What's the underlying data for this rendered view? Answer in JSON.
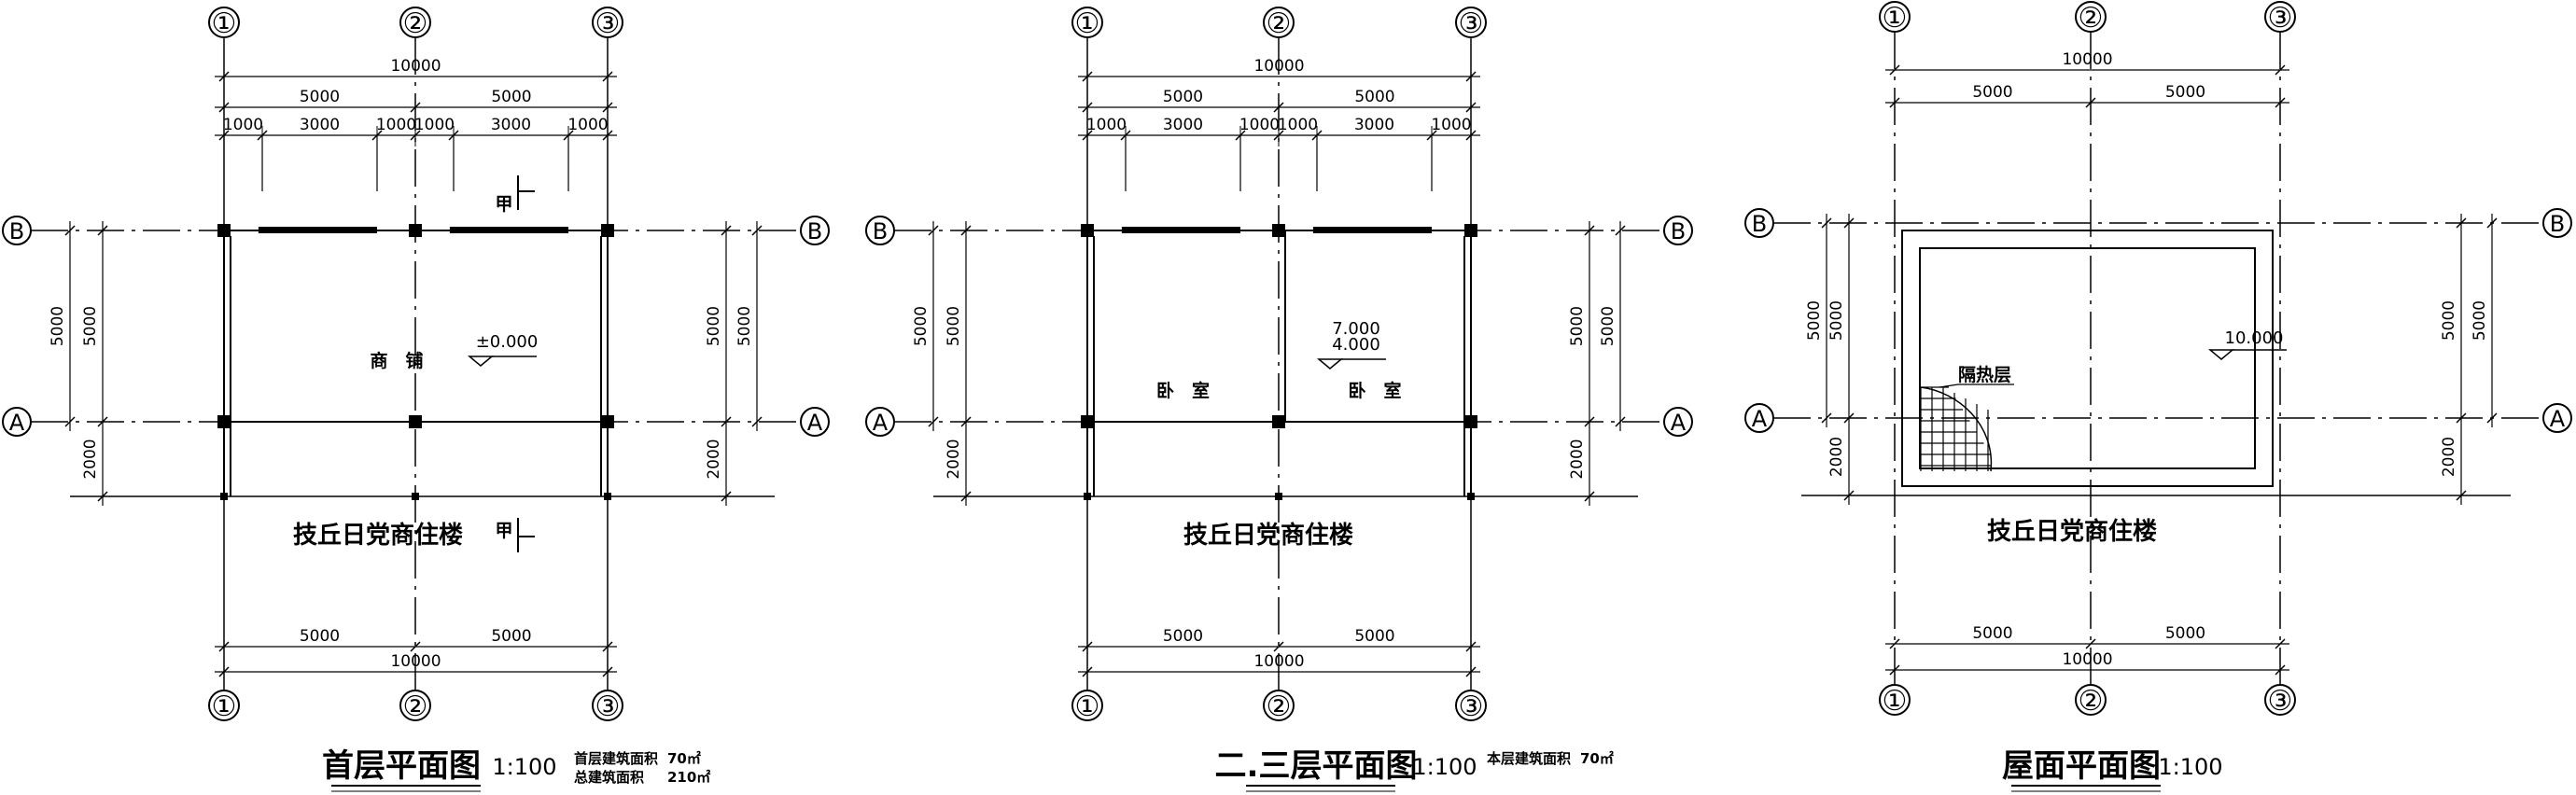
{
  "plans": [
    {
      "id": "first-floor",
      "ox": 0,
      "variant": "first",
      "title": "首层平面图",
      "scale": "1:100",
      "notes": [
        {
          "label": "首层建筑面积",
          "value": "70㎡"
        },
        {
          "label": "总建筑面积",
          "value": "210㎡"
        }
      ],
      "axes_num": [
        "①",
        "②",
        "③"
      ],
      "axes_let": [
        "B",
        "A"
      ],
      "dims_top_total": "10000",
      "dims_top_half": [
        "5000",
        "5000"
      ],
      "dims_top_detail": [
        "1000",
        "3000",
        "1000",
        "1000",
        "3000",
        "1000"
      ],
      "dims_side": [
        "5000",
        "2000"
      ],
      "dims_side_outer": "5000",
      "dims_bottom_half": [
        "5000",
        "5000"
      ],
      "dims_bottom_total": "10000",
      "rooms": [
        {
          "text": "商　铺"
        }
      ],
      "elevations": [
        "±0.000"
      ],
      "section_label": "甲",
      "building_name": "技丘日党商住楼"
    },
    {
      "id": "second-third-floor",
      "ox": 925,
      "variant": "typical",
      "title": "二.三层平面图",
      "scale": "1:100",
      "notes": [
        {
          "label": "本层建筑面积",
          "value": "70㎡"
        }
      ],
      "axes_num": [
        "①",
        "②",
        "③"
      ],
      "axes_let": [
        "B",
        "A"
      ],
      "dims_top_total": "10000",
      "dims_top_half": [
        "5000",
        "5000"
      ],
      "dims_top_detail": [
        "1000",
        "3000",
        "1000",
        "1000",
        "3000",
        "1000"
      ],
      "dims_side": [
        "5000",
        "2000"
      ],
      "dims_side_outer": "5000",
      "dims_bottom_half": [
        "5000",
        "5000"
      ],
      "dims_bottom_total": "10000",
      "rooms": [
        {
          "text": "卧　室"
        },
        {
          "text": "卧　室"
        }
      ],
      "elevations": [
        "7.000",
        "4.000"
      ],
      "section_label": "",
      "building_name": "技丘日党商住楼"
    },
    {
      "id": "roof",
      "ox": 1850,
      "variant": "roof",
      "title": "屋面平面图",
      "scale": "1:100",
      "notes": [],
      "axes_num": [
        "①",
        "②",
        "③"
      ],
      "axes_let": [
        "B",
        "A"
      ],
      "dims_top_total": "10000",
      "dims_top_half": [
        "5000",
        "5000"
      ],
      "dims_top_detail": [],
      "dims_side": [
        "5000",
        "2000"
      ],
      "dims_side_outer": "5000",
      "dims_bottom_half": [
        "5000",
        "5000"
      ],
      "dims_bottom_total": "10000",
      "rooms": [],
      "elevations": [
        "10.000"
      ],
      "section_label": "",
      "hatch_label": "隔热层",
      "building_name": "技丘日党商住楼"
    }
  ]
}
